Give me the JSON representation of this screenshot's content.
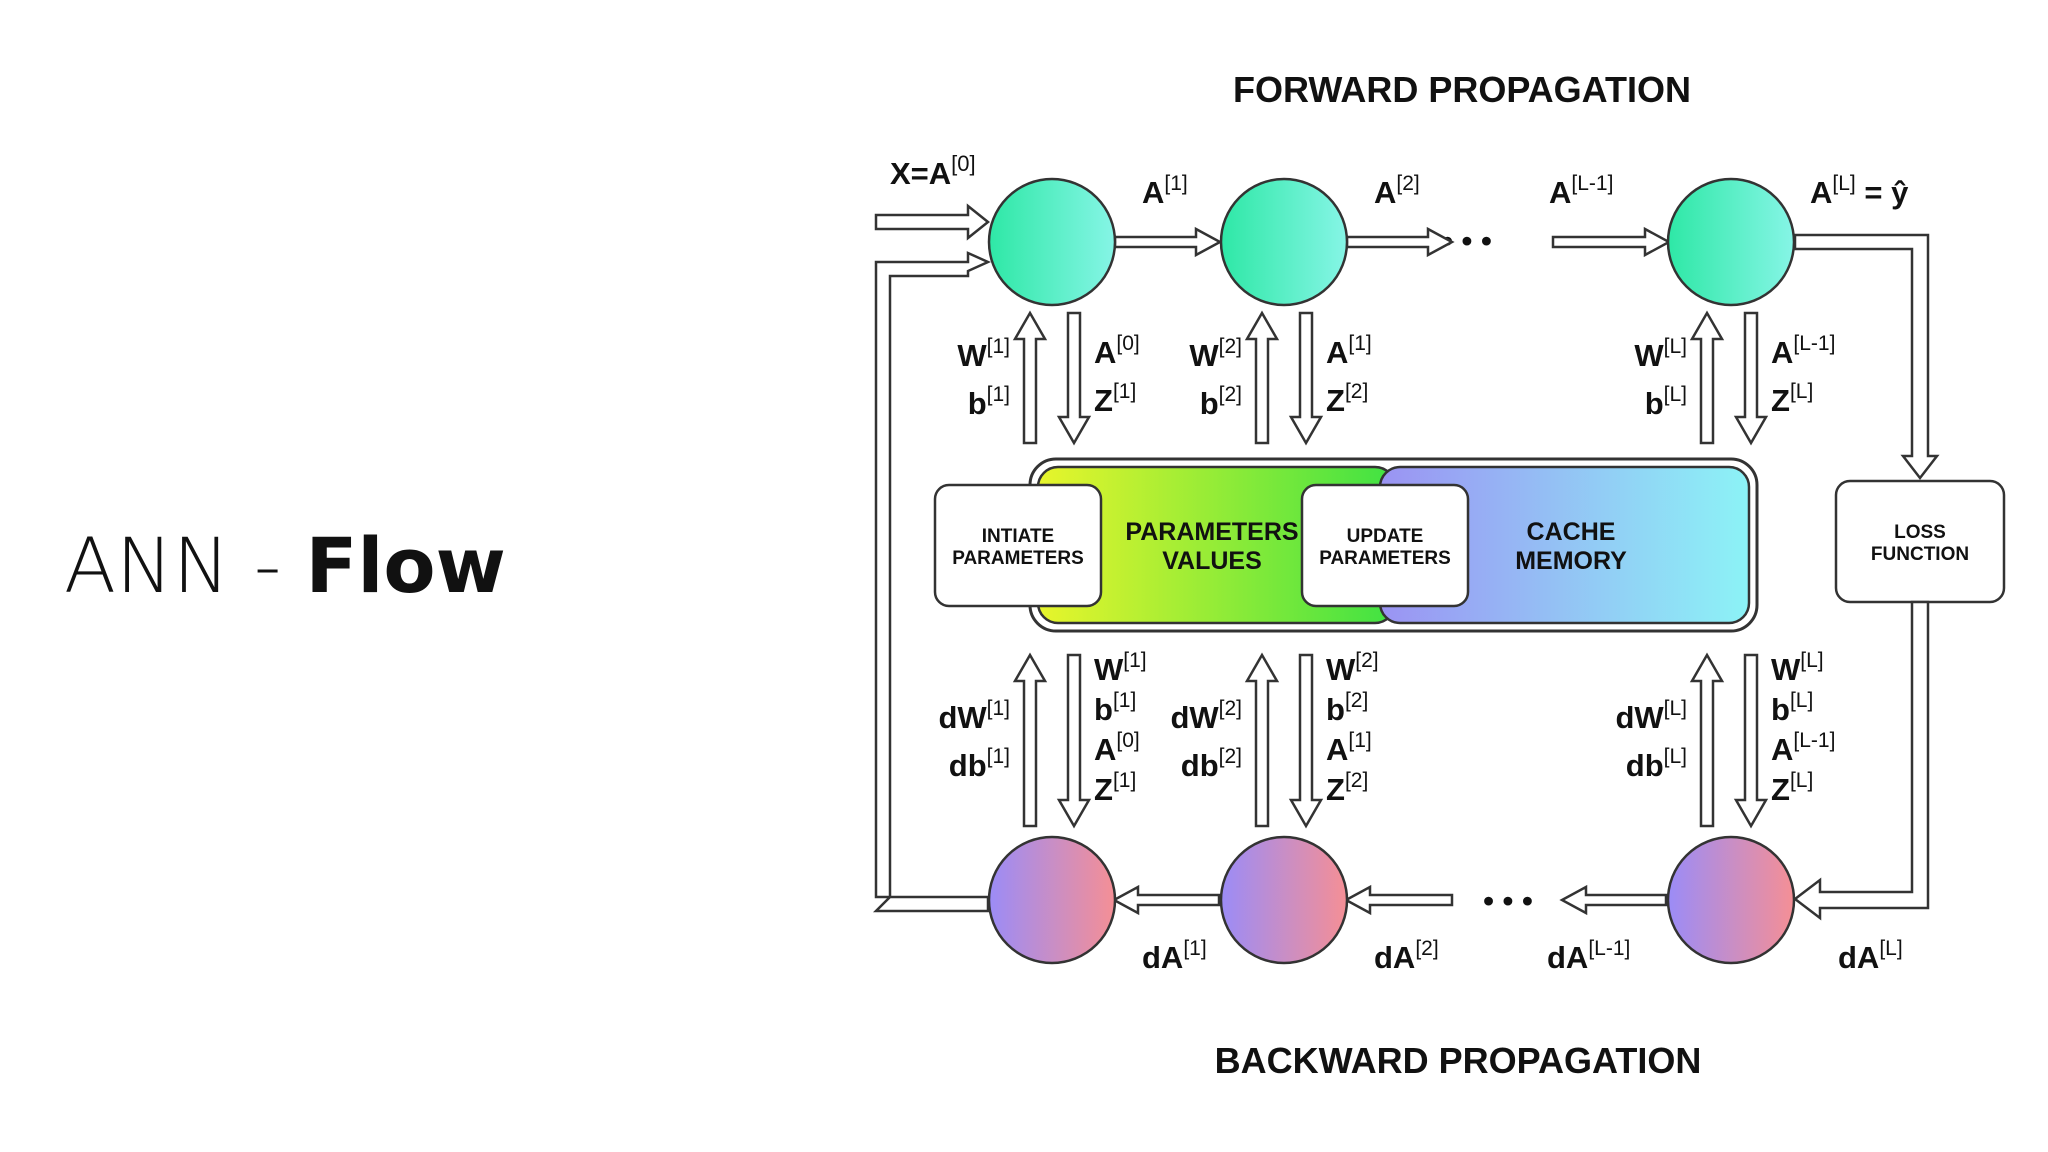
{
  "slide": {
    "title_prefix": "ANN -",
    "title_bold": "Flow"
  },
  "diagram": {
    "forward_title": "FORWARD PROPAGATION",
    "backward_title": "BACKWARD PROPAGATION",
    "input_label": {
      "base": "X=A",
      "sup": "[0]"
    },
    "ellipsis": "• • •",
    "forward_outputs": [
      {
        "base": "A",
        "sup": "[1]",
        "suffix": ""
      },
      {
        "base": "A",
        "sup": "[2]",
        "suffix": ""
      },
      {
        "base": "A",
        "sup": "[L-1]",
        "suffix": ""
      },
      {
        "base": "A",
        "sup": "[L]",
        "suffix": " = ŷ"
      }
    ],
    "forward_columns": [
      {
        "up": [
          {
            "base": "W",
            "sup": "[1]"
          },
          {
            "base": "b",
            "sup": "[1]"
          }
        ],
        "down": [
          {
            "base": "A",
            "sup": "[0]"
          },
          {
            "base": "Z",
            "sup": "[1]"
          }
        ]
      },
      {
        "up": [
          {
            "base": "W",
            "sup": "[2]"
          },
          {
            "base": "b",
            "sup": "[2]"
          }
        ],
        "down": [
          {
            "base": "A",
            "sup": "[1]"
          },
          {
            "base": "Z",
            "sup": "[2]"
          }
        ]
      },
      {
        "up": [
          {
            "base": "W",
            "sup": "[L]"
          },
          {
            "base": "b",
            "sup": "[L]"
          }
        ],
        "down": [
          {
            "base": "A",
            "sup": "[L-1]"
          },
          {
            "base": "Z",
            "sup": "[L]"
          }
        ]
      }
    ],
    "backward_columns": [
      {
        "up": [
          {
            "base": "dW",
            "sup": "[1]"
          },
          {
            "base": "db",
            "sup": "[1]"
          }
        ],
        "down": [
          {
            "base": "W",
            "sup": "[1]"
          },
          {
            "base": "b",
            "sup": "[1]"
          },
          {
            "base": "A",
            "sup": "[0]"
          },
          {
            "base": "Z",
            "sup": "[1]"
          }
        ]
      },
      {
        "up": [
          {
            "base": "dW",
            "sup": "[2]"
          },
          {
            "base": "db",
            "sup": "[2]"
          }
        ],
        "down": [
          {
            "base": "W",
            "sup": "[2]"
          },
          {
            "base": "b",
            "sup": "[2]"
          },
          {
            "base": "A",
            "sup": "[1]"
          },
          {
            "base": "Z",
            "sup": "[2]"
          }
        ]
      },
      {
        "up": [
          {
            "base": "dW",
            "sup": "[L]"
          },
          {
            "base": "db",
            "sup": "[L]"
          }
        ],
        "down": [
          {
            "base": "W",
            "sup": "[L]"
          },
          {
            "base": "b",
            "sup": "[L]"
          },
          {
            "base": "A",
            "sup": "[L-1]"
          },
          {
            "base": "Z",
            "sup": "[L]"
          }
        ]
      }
    ],
    "backward_outputs": [
      {
        "base": "dA",
        "sup": "[1]"
      },
      {
        "base": "dA",
        "sup": "[2]"
      },
      {
        "base": "dA",
        "sup": "[L-1]"
      },
      {
        "base": "dA",
        "sup": "[L]"
      }
    ],
    "boxes": {
      "initiate": [
        "INTIATE",
        "PARAMETERS"
      ],
      "parameters_values": [
        "PARAMETERS",
        "VALUES"
      ],
      "update": [
        "UPDATE",
        "PARAMETERS"
      ],
      "cache": [
        "CACHE",
        "MEMORY"
      ],
      "loss": [
        "LOSS",
        "FUNCTION"
      ]
    },
    "colors": {
      "forward_node": [
        "#2ee8a6",
        "#86f5e6"
      ],
      "backward_node": [
        "#9b8cf7",
        "#f58f95"
      ],
      "params_bar": [
        "#e8f52b",
        "#3fe243"
      ],
      "cache_bar": [
        "#9b93f3",
        "#8cf3f6"
      ]
    }
  }
}
